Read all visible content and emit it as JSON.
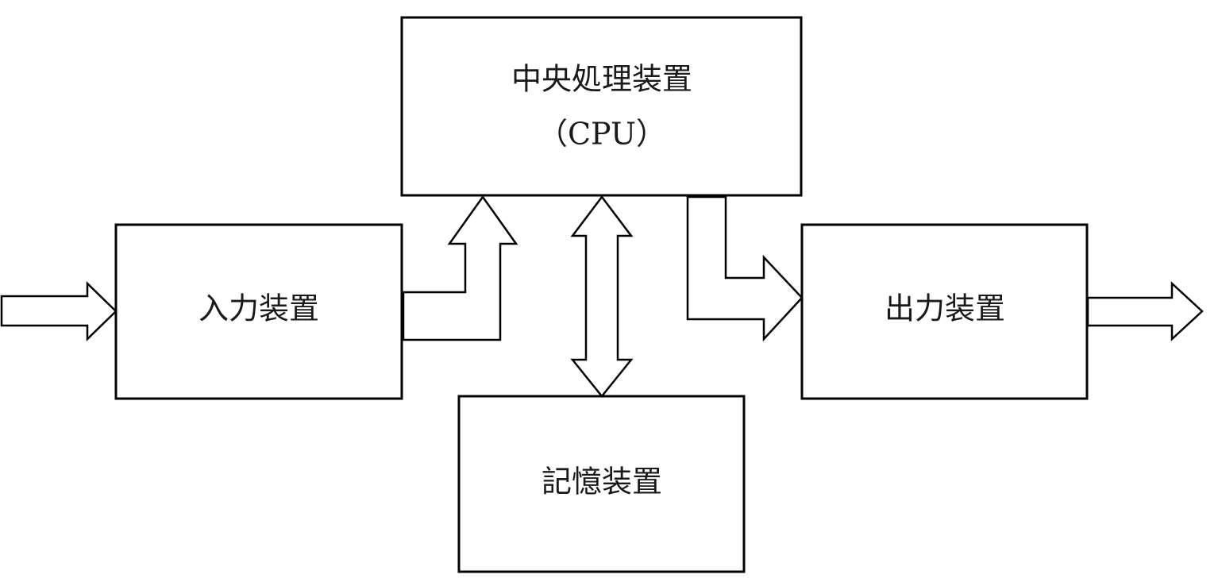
{
  "diagram": {
    "cpu": {
      "line1": "中央処理装置",
      "line2": "（CPU）"
    },
    "input_device": "入力装置",
    "output_device": "出力装置",
    "memory_device": "記憶装置"
  }
}
